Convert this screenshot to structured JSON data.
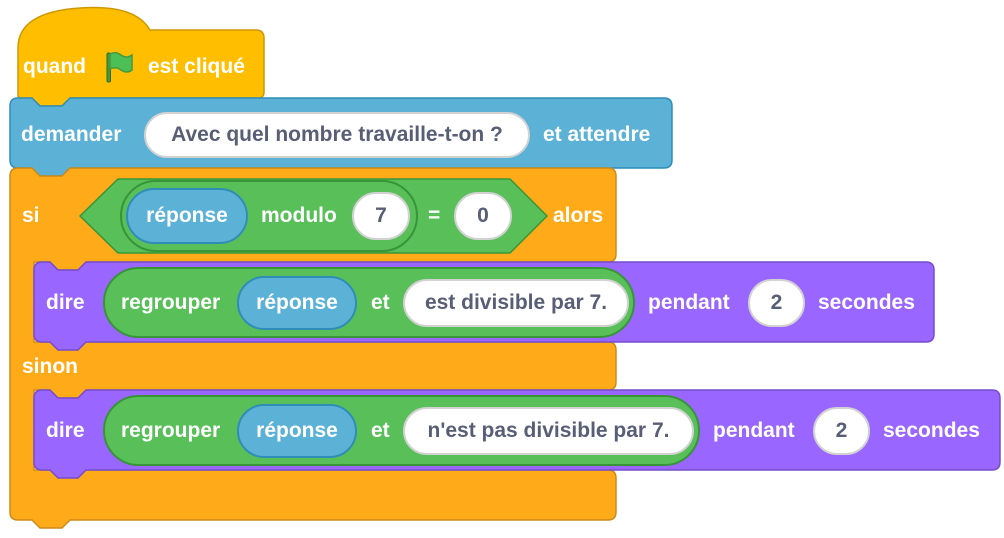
{
  "colors": {
    "events": "#ffbf00",
    "sensing": "#5cb1d6",
    "control": "#ffab19",
    "looks": "#9966ff",
    "operators": "#59c059",
    "input_text": "#575e75"
  },
  "script": {
    "hat": {
      "prefix": "quand",
      "icon": "green-flag-icon",
      "suffix": "est cliqué"
    },
    "ask": {
      "label": "demander",
      "question": "Avec quel nombre travaille-t-on ?",
      "suffix": "et attendre"
    },
    "if_else": {
      "if_label": "si",
      "condition": {
        "left_reporter": "réponse",
        "operator_label": "modulo",
        "modulo_value": "7",
        "equals_sign": "=",
        "compare_value": "0"
      },
      "then_label": "alors",
      "else_label": "sinon",
      "then_branch": {
        "say_label": "dire",
        "join_label": "regrouper",
        "join_reporter": "réponse",
        "join_and": "et",
        "join_text": "est divisible par 7.",
        "for_label": "pendant",
        "seconds_value": "2",
        "seconds_label": "secondes"
      },
      "else_branch": {
        "say_label": "dire",
        "join_label": "regrouper",
        "join_reporter": "réponse",
        "join_and": "et",
        "join_text": "n'est pas divisible par 7.",
        "for_label": "pendant",
        "seconds_value": "2",
        "seconds_label": "secondes"
      }
    }
  }
}
